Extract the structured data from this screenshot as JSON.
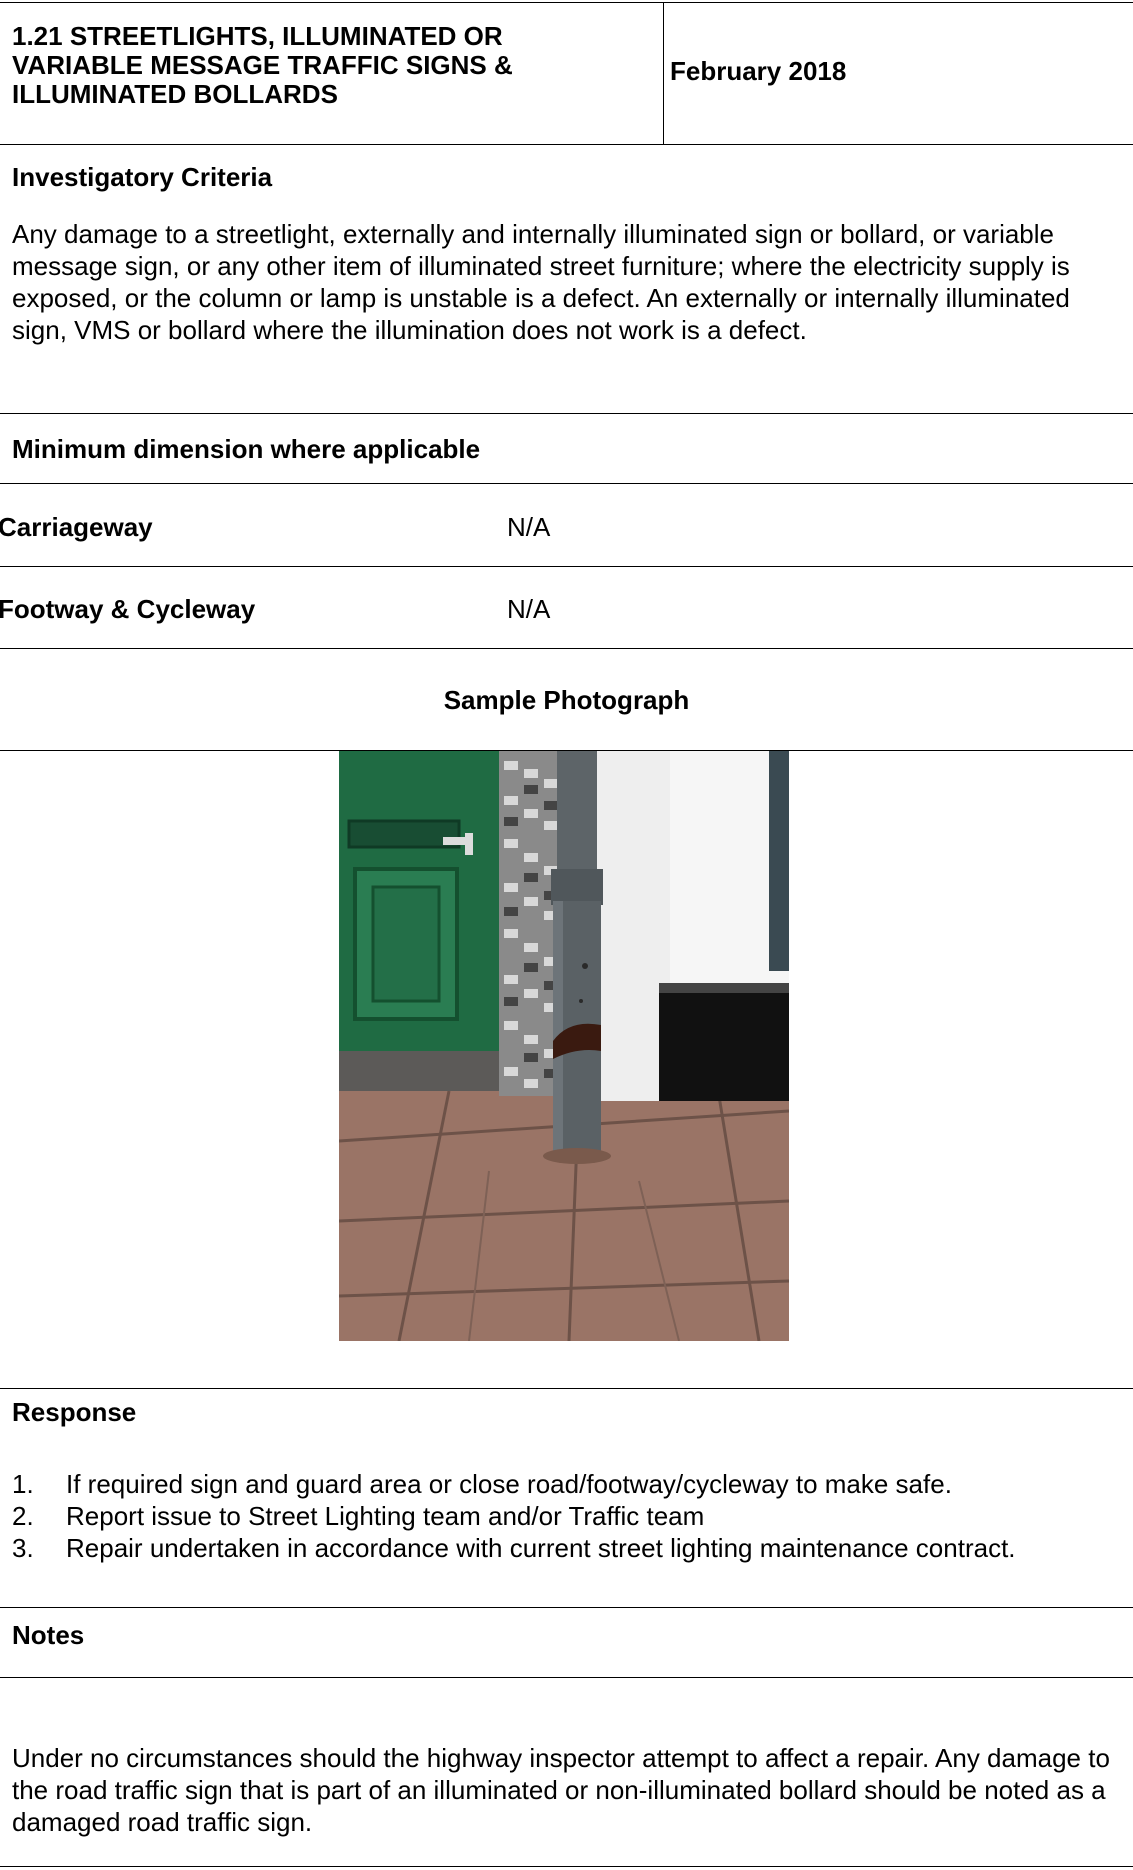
{
  "header": {
    "title": "1.21 STREETLIGHTS, ILLUMINATED OR\nVARIABLE MESSAGE TRAFFIC SIGNS &\nILLUMINATED BOLLARDS",
    "date": "February 2018"
  },
  "investigatory": {
    "heading": "Investigatory Criteria",
    "text": "Any damage to a streetlight, externally and internally illuminated sign or bollard, or variable message sign, or any other item of illuminated street furniture; where the electricity supply is exposed, or the column or lamp is unstable is a defect. An externally or internally illuminated sign, VMS or bollard where the illumination does not work is a defect."
  },
  "dimensions": {
    "heading": "Minimum dimension where applicable",
    "rows": [
      {
        "label": "Carriageway",
        "value": "N/A"
      },
      {
        "label": "Footway & Cycleway",
        "value": "N/A"
      }
    ]
  },
  "photo": {
    "caption": "Sample Photograph"
  },
  "response": {
    "heading": "Response",
    "items": [
      {
        "num": "1.",
        "text": "If required sign and guard area or close road/footway/cycleway to make safe."
      },
      {
        "num": "2.",
        "text": "Report issue to Street Lighting team and/or Traffic team"
      },
      {
        "num": "3.",
        "text": "Repair undertaken in accordance with current street lighting maintenance contract."
      }
    ]
  },
  "notes": {
    "heading": "Notes",
    "text": "Under no circumstances should the highway inspector attempt to affect a repair. Any damage to the road traffic sign that is part of an illuminated or non-illuminated bollard should be noted as a damaged road traffic sign."
  }
}
